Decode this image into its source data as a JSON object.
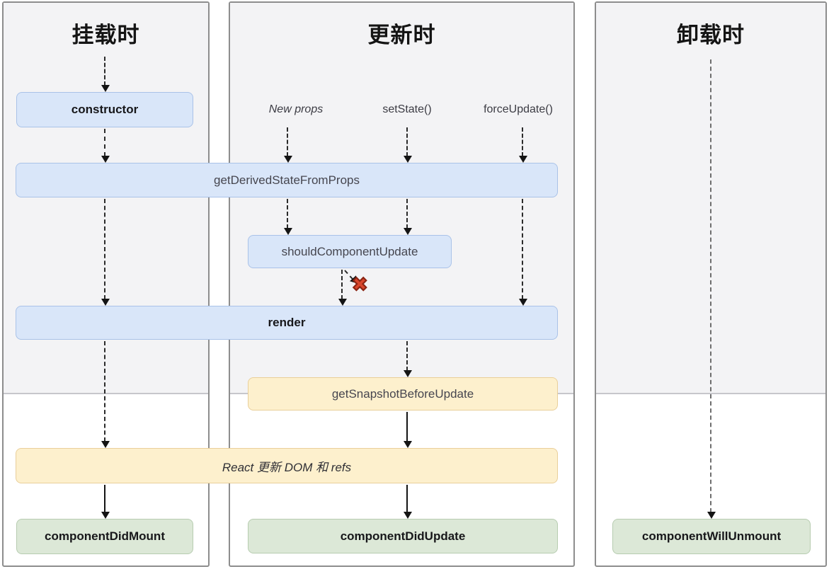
{
  "diagram": {
    "columns": {
      "mounting": {
        "title": "挂载时"
      },
      "updating": {
        "title": "更新时"
      },
      "unmounting": {
        "title": "卸载时"
      }
    },
    "triggers": {
      "new_props": "New props",
      "set_state": "setState()",
      "force_update": "forceUpdate()"
    },
    "methods": {
      "ctor": "constructor",
      "get_derived_state_from_props": "getDerivedStateFromProps",
      "should_component_update": "shouldComponentUpdate",
      "render": "render",
      "get_snapshot_before_update": "getSnapshotBeforeUpdate",
      "react_updates_dom": "React 更新 DOM 和 refs",
      "component_did_mount": "componentDidMount",
      "component_did_update": "componentDidUpdate",
      "component_will_unmount": "componentWillUnmount"
    },
    "stop_mark": "✖",
    "colors": {
      "method_blue_fill": "#d9e6f9",
      "method_blue_border": "#a9c2e8",
      "method_yellow_fill": "#fdf0cd",
      "method_yellow_border": "#e9cf9a",
      "method_green_fill": "#dce8d7",
      "method_green_border": "#b7ccb0",
      "panel_fill": "#f3f3f5",
      "panel_border": "#8d8d8d",
      "stop_cross_red": "#d9462c",
      "arrow_dark": "#2b2b2b",
      "arrow_gray": "#6e6e6e"
    }
  }
}
